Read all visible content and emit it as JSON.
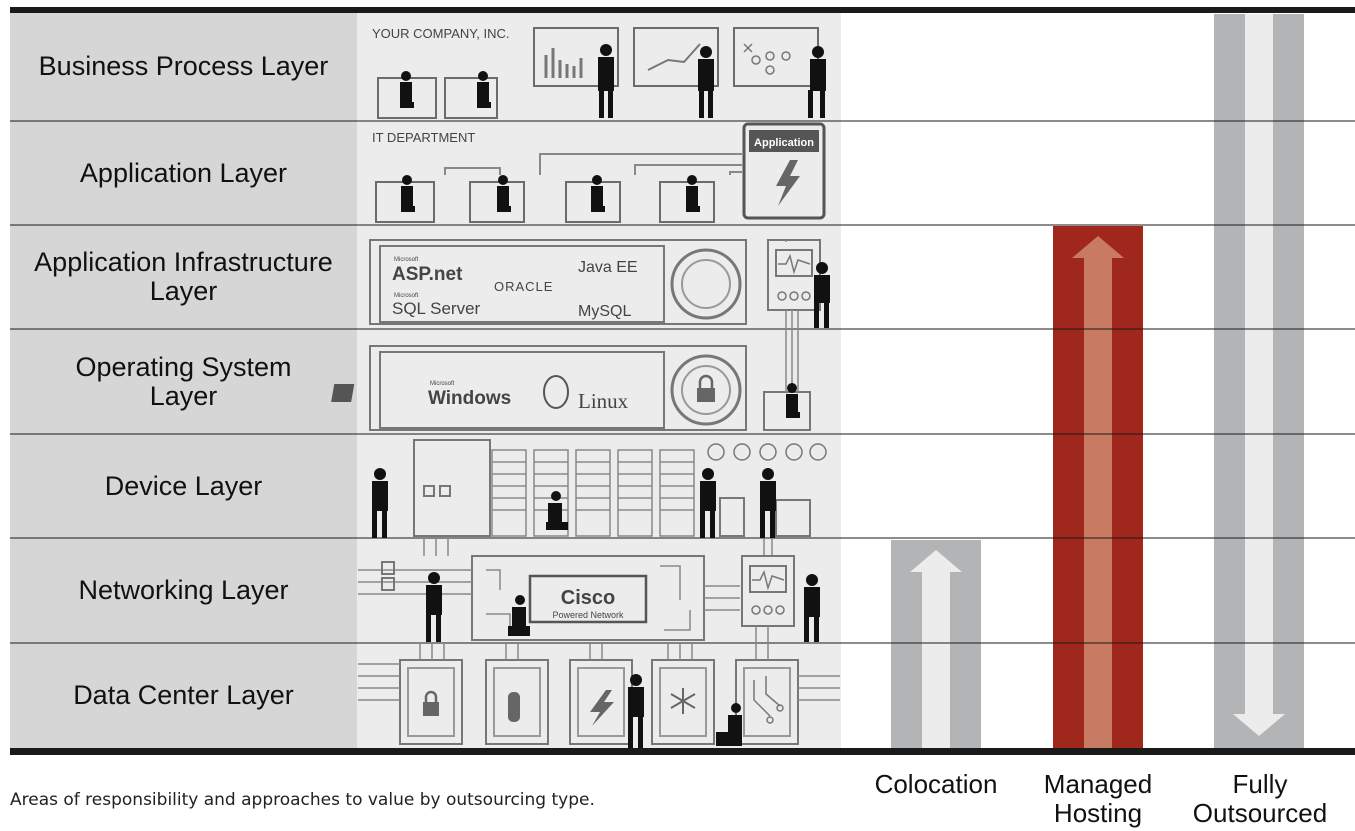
{
  "layers": [
    {
      "label": "Business Process Layer"
    },
    {
      "label": "Application Layer"
    },
    {
      "label": "Application Infrastructure Layer"
    },
    {
      "label": "Operating System Layer"
    },
    {
      "label": "Device Layer"
    },
    {
      "label": "Networking Layer"
    },
    {
      "label": "Data Center Layer"
    }
  ],
  "illustration": {
    "company_label": "YOUR COMPANY, INC.",
    "it_label": "IT DEPARTMENT",
    "app_window_title": "Application",
    "tech_logos": {
      "asp_small": "Microsoft",
      "asp": "ASP.net",
      "sql_small": "Microsoft",
      "sql": "SQL Server",
      "oracle": "ORACLE",
      "java": "Java EE",
      "mysql": "MySQL",
      "win_small": "Microsoft",
      "windows": "Windows",
      "linux": "Linux",
      "cisco": "Cisco",
      "cisco_sub": "Powered Network"
    }
  },
  "columns": [
    {
      "label": "Colocation",
      "covers_layers": 2,
      "color": "#b3b4b6",
      "arrow_color": "#ececec",
      "direction": "up"
    },
    {
      "label": "Managed Hosting",
      "covers_layers": 5,
      "color": "#a0271c",
      "arrow_color": "#c97a63",
      "direction": "up"
    },
    {
      "label": "Fully Outsourced",
      "covers_layers": 7,
      "color": "#b3b4b6",
      "arrow_color": "#ececec",
      "direction": "down"
    }
  ],
  "caption": "Areas of responsibility and approaches to value by outsourcing type.",
  "colors": {
    "label_bg": "#d6d6d6",
    "illustration_bg": "#ececec",
    "rule": "#1a1a1a"
  }
}
